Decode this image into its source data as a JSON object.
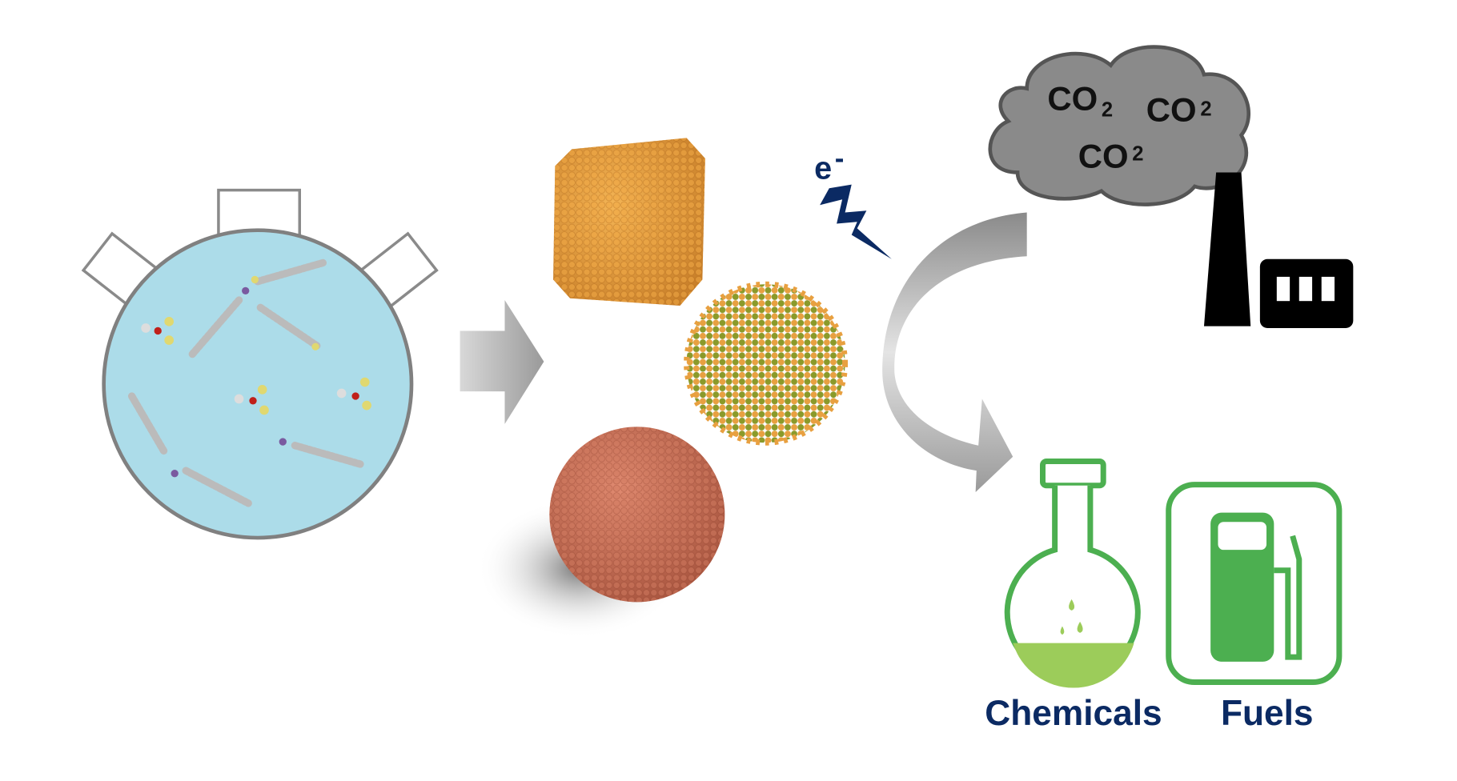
{
  "electron_label": "e",
  "electron_sup": "-",
  "cloud": {
    "co2_labels": [
      {
        "base": "CO",
        "sub": "2"
      },
      {
        "base": "CO",
        "sub": "2"
      },
      {
        "base": "CO",
        "sub": "2"
      }
    ]
  },
  "products": {
    "chemicals_label": "Chemicals",
    "fuels_label": "Fuels"
  },
  "colors": {
    "flask_fill": "#acdce9",
    "cube": "#e39a3a",
    "copper": "#c8705a",
    "green": "#4caf50",
    "navy": "#0b2a63",
    "cloud": "#8a8a8a"
  }
}
